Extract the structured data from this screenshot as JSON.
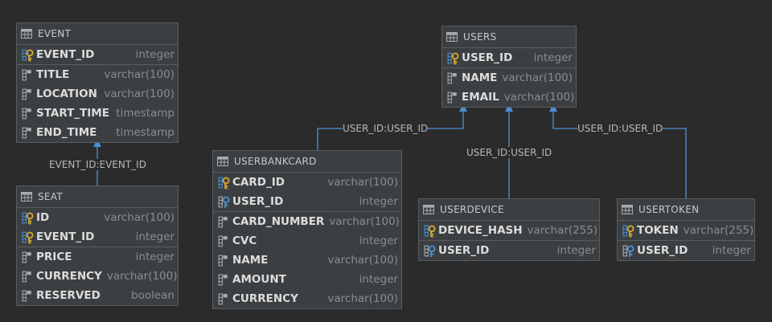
{
  "tables": {
    "event": {
      "title": "EVENT",
      "pk": [
        {
          "name": "EVENT_ID",
          "type": "integer",
          "kind": "pk"
        }
      ],
      "cols": [
        {
          "name": "TITLE",
          "type": "varchar(100)",
          "kind": "col"
        },
        {
          "name": "LOCATION",
          "type": "varchar(100)",
          "kind": "col"
        },
        {
          "name": "START_TIME",
          "type": "timestamp",
          "kind": "col"
        },
        {
          "name": "END_TIME",
          "type": "timestamp",
          "kind": "col"
        }
      ]
    },
    "seat": {
      "title": "SEAT",
      "pk": [
        {
          "name": "ID",
          "type": "varchar(100)",
          "kind": "pk"
        },
        {
          "name": "EVENT_ID",
          "type": "integer",
          "kind": "pkfk"
        }
      ],
      "cols": [
        {
          "name": "PRICE",
          "type": "integer",
          "kind": "col"
        },
        {
          "name": "CURRENCY",
          "type": "varchar(100)",
          "kind": "col"
        },
        {
          "name": "RESERVED",
          "type": "boolean",
          "kind": "col"
        }
      ]
    },
    "users": {
      "title": "USERS",
      "pk": [
        {
          "name": "USER_ID",
          "type": "integer",
          "kind": "pk"
        }
      ],
      "cols": [
        {
          "name": "NAME",
          "type": "varchar(100)",
          "kind": "col"
        },
        {
          "name": "EMAIL",
          "type": "varchar(100)",
          "kind": "col"
        }
      ]
    },
    "userbankcard": {
      "title": "USERBANKCARD",
      "pk": [
        {
          "name": "CARD_ID",
          "type": "varchar(100)",
          "kind": "pk"
        },
        {
          "name": "USER_ID",
          "type": "integer",
          "kind": "fk"
        }
      ],
      "cols": [
        {
          "name": "CARD_NUMBER",
          "type": "varchar(100)",
          "kind": "col"
        },
        {
          "name": "CVC",
          "type": "integer",
          "kind": "col"
        },
        {
          "name": "NAME",
          "type": "varchar(100)",
          "kind": "col"
        },
        {
          "name": "AMOUNT",
          "type": "integer",
          "kind": "col"
        },
        {
          "name": "CURRENCY",
          "type": "varchar(100)",
          "kind": "col"
        }
      ]
    },
    "userdevice": {
      "title": "USERDEVICE",
      "pk": [
        {
          "name": "DEVICE_HASH",
          "type": "varchar(255)",
          "kind": "pk"
        }
      ],
      "cols": [
        {
          "name": "USER_ID",
          "type": "integer",
          "kind": "fk"
        }
      ]
    },
    "usertoken": {
      "title": "USERTOKEN",
      "pk": [
        {
          "name": "TOKEN",
          "type": "varchar(255)",
          "kind": "pk"
        }
      ],
      "cols": [
        {
          "name": "USER_ID",
          "type": "integer",
          "kind": "fk"
        }
      ]
    }
  },
  "links": {
    "seat_event": "EVENT_ID:EVENT_ID",
    "bankcard_users": "USER_ID:USER_ID",
    "device_users": "USER_ID:USER_ID",
    "token_users": "USER_ID:USER_ID"
  },
  "colors": {
    "background": "#2b2b2b",
    "line": "#4e8fd6",
    "key_gold": "#d4a72c",
    "fk_blue": "#4a8fd4"
  }
}
